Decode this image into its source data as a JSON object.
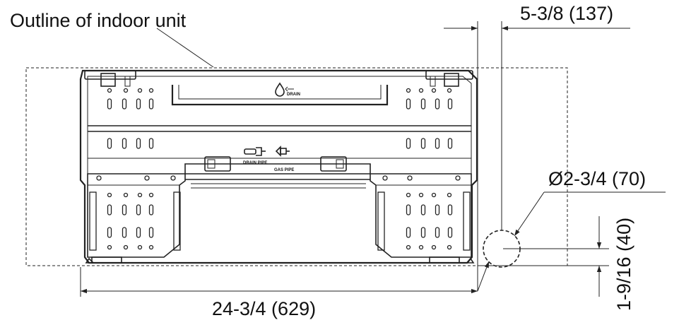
{
  "labels": {
    "outline": "Outline of indoor unit",
    "top_dim": "5-3/8 (137)",
    "diameter_dim": "Ø2-3/4 (70)",
    "side_dim": "1-9/16 (40)",
    "width_dim": "24-3/4 (629)"
  },
  "plate_markings": {
    "drain": "DRAIN",
    "drain_pipe": "DRAIN PIPE",
    "gas_pipe": "GAS PIPE"
  },
  "icons": {
    "drain": "water-drop-icon",
    "drain_pipe": "drain-pipe-icon",
    "gas_pipe": "gas-pipe-icon"
  },
  "colors": {
    "line": "#222222",
    "background": "#ffffff"
  }
}
